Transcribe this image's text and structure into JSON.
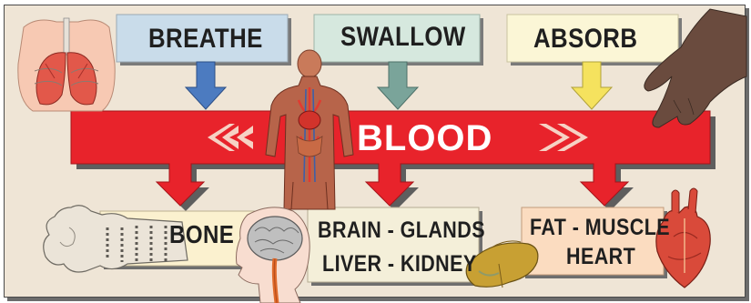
{
  "inputs": [
    {
      "label": "BREATHE",
      "color": "#c9dcea",
      "arrow_color": "#4c7bc0"
    },
    {
      "label": "SWALLOW",
      "color": "#d6e8de",
      "arrow_color": "#7aa49a"
    },
    {
      "label": "ABSORB",
      "color": "#fbf6d6",
      "arrow_color": "#f5e25e"
    }
  ],
  "center": {
    "label": "BLOOD",
    "color": "#e8232b"
  },
  "outputs": [
    {
      "label": "BONE",
      "color": "#fbf1cf"
    },
    {
      "label_line1": "BRAIN - GLANDS",
      "label_line2": "LIVER - KIDNEY",
      "color": "#f4efd9"
    },
    {
      "label_line1": "FAT - MUSCLE",
      "label_line2": "HEART",
      "color": "#fbdcc0"
    }
  ],
  "illustrations": [
    "lungs-illustration",
    "human-body-illustration",
    "hand-illustration",
    "bone-illustration",
    "brain-illustration",
    "liver-illustration",
    "heart-illustration"
  ]
}
